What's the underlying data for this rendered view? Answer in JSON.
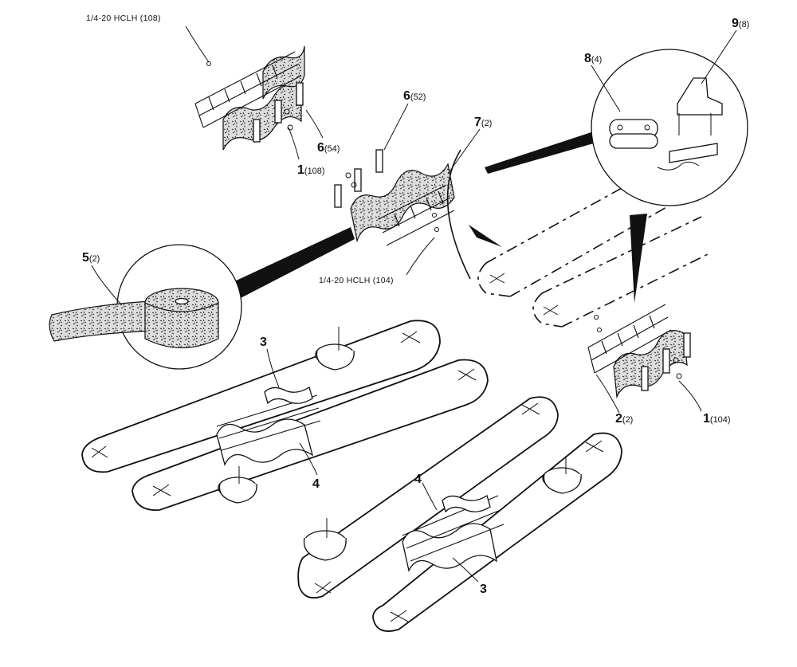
{
  "figure": {
    "callouts": [
      {
        "id": "c1a",
        "num": "1",
        "qty": "(108)"
      },
      {
        "id": "c1b",
        "num": "1",
        "qty": "(104)"
      },
      {
        "id": "c2",
        "num": "2",
        "qty": "(2)"
      },
      {
        "id": "c3a",
        "num": "3",
        "qty": ""
      },
      {
        "id": "c3b",
        "num": "3",
        "qty": ""
      },
      {
        "id": "c4a",
        "num": "4",
        "qty": ""
      },
      {
        "id": "c4b",
        "num": "4",
        "qty": ""
      },
      {
        "id": "c5",
        "num": "5",
        "qty": "(2)"
      },
      {
        "id": "c6a",
        "num": "6",
        "qty": "(54)"
      },
      {
        "id": "c6b",
        "num": "6",
        "qty": "(52)"
      },
      {
        "id": "c7",
        "num": "7",
        "qty": "(2)"
      },
      {
        "id": "c8",
        "num": "8",
        "qty": "(4)"
      },
      {
        "id": "c9",
        "num": "9",
        "qty": "(8)"
      }
    ],
    "notes": {
      "hclh_108": "1/4-20 HCLH (108)",
      "hclh_104": "1/4-20 HCLH (104)"
    }
  }
}
